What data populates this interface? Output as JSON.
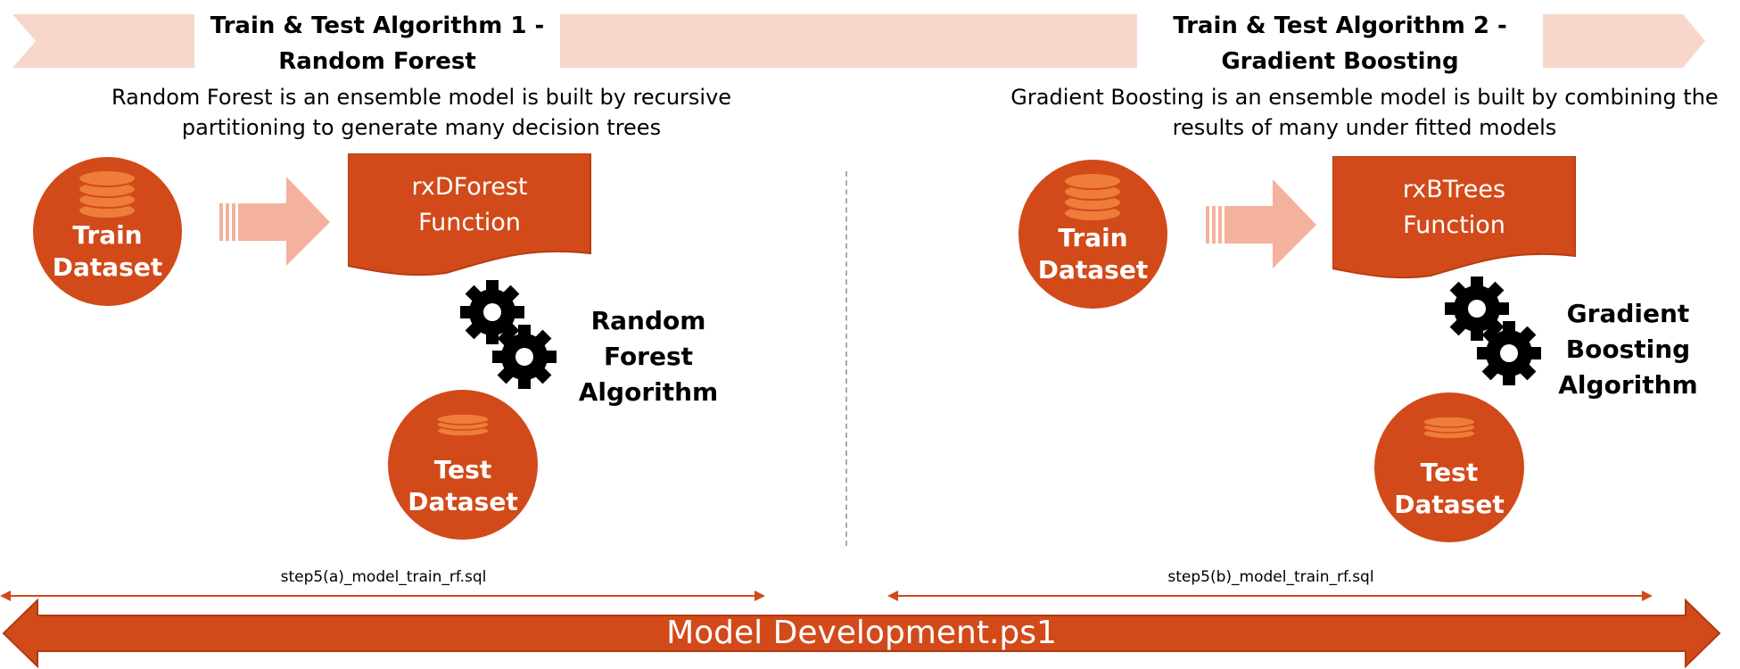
{
  "left": {
    "title_line1": "Train & Test Algorithm 1 -",
    "title_line2": "Random Forest",
    "desc_line1": "Random Forest is an ensemble model is built by recursive",
    "desc_line2": "partitioning to generate many decision trees",
    "train_line1": "Train",
    "train_line2": "Dataset",
    "function_line1": "rxDForest",
    "function_line2": "Function",
    "algo_line1": "Random Forest",
    "algo_line2": "Algorithm",
    "test_line1": "Test",
    "test_line2": "Dataset",
    "file": "step5(a)_model_train_rf.sql"
  },
  "right": {
    "title_line1": "Train & Test Algorithm 2 -",
    "title_line2": "Gradient Boosting",
    "desc_line1": "Gradient Boosting is an ensemble model is built by combining the",
    "desc_line2": "results of many under fitted models",
    "train_line1": "Train",
    "train_line2": "Dataset",
    "function_line1": "rxBTrees",
    "function_line2": "Function",
    "algo_line1": "Gradient Boosting",
    "algo_line2": "Algorithm",
    "test_line1": "Test",
    "test_line2": "Dataset",
    "file": "step5(b)_model_train_rf.sql"
  },
  "footer": {
    "label": "Model Development.ps1"
  },
  "colors": {
    "accent": "#d24a1a",
    "light": "#f8d7cb",
    "arrow": "#f4b29c",
    "db_icon": "#ee7d3a"
  }
}
